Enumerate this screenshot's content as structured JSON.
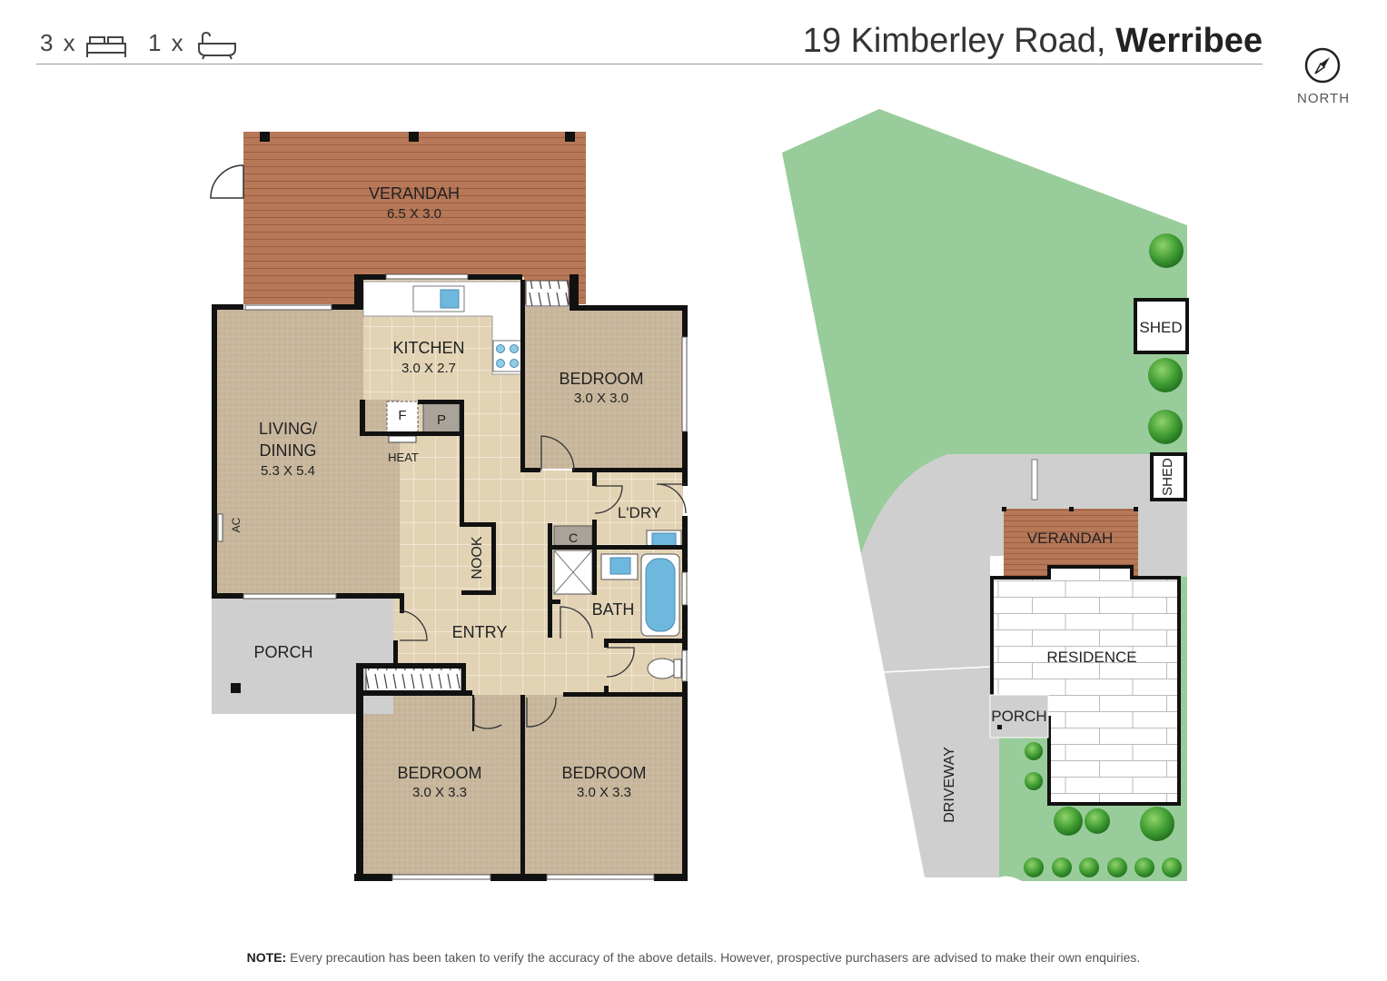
{
  "header": {
    "bed_count": "3 x",
    "bath_count": "1 x",
    "address_street": "19 Kimberley Road,",
    "address_suburb": "Werribee",
    "north_label": "NORTH"
  },
  "floorplan": {
    "verandah": {
      "name": "VERANDAH",
      "size": "6.5 X 3.0"
    },
    "kitchen": {
      "name": "KITCHEN",
      "size": "3.0 X 2.7"
    },
    "bedroom1": {
      "name": "BEDROOM",
      "size": "3.0 X 3.0"
    },
    "living": {
      "name_line1": "LIVING/",
      "name_line2": "DINING",
      "size": "5.3 X 5.4"
    },
    "fridge": "F",
    "pantry": "P",
    "heat": "HEAT",
    "ac": "AC",
    "nook": "NOOK",
    "laundry": "L'DRY",
    "cupboard": "C",
    "bath": "BATH",
    "entry": "ENTRY",
    "porch": "PORCH",
    "bedroom2": {
      "name": "BEDROOM",
      "size": "3.0 X 3.3"
    },
    "bedroom3": {
      "name": "BEDROOM",
      "size": "3.0 X 3.3"
    }
  },
  "siteplan": {
    "shed1": "SHED",
    "shed2": "SHED",
    "verandah": "VERANDAH",
    "residence": "RESIDENCE",
    "porch": "PORCH",
    "driveway": "DRIVEWAY"
  },
  "colors": {
    "carpet": "#c9b79c",
    "tile": "#e2d3b5",
    "deck": "#b77858",
    "lawn": "#99cc9b",
    "concrete": "#cfcfcf",
    "wall": "#111111"
  },
  "footer": {
    "note_label": "NOTE:",
    "note_text": "Every precaution has been taken to verify the accuracy of the above details. However, prospective purchasers are advised to make their own enquiries."
  }
}
